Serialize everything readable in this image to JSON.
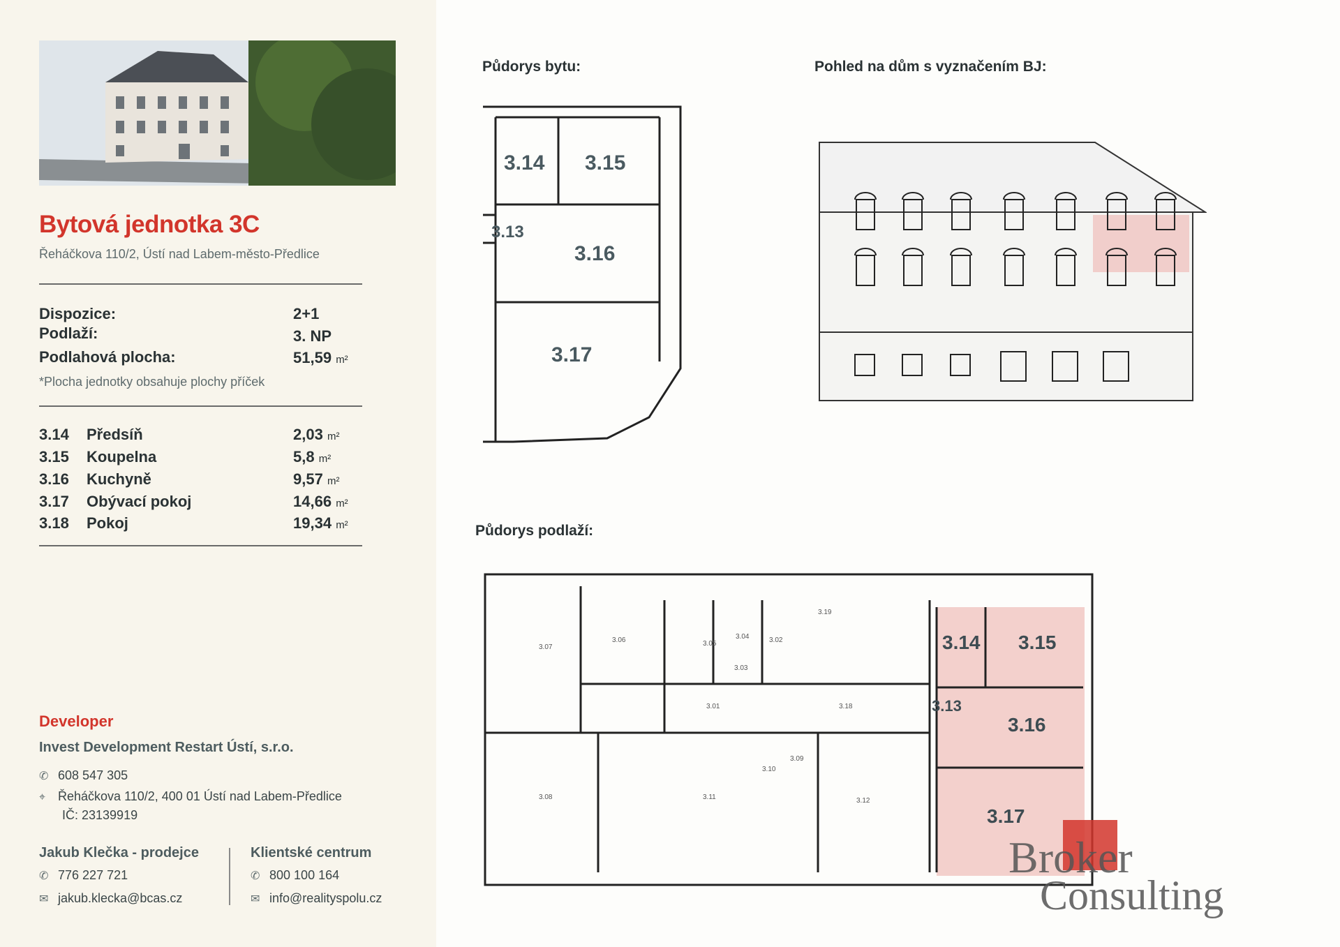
{
  "unit": {
    "title": "Bytová jednotka 3C",
    "address": "Řeháčkova 110/2, Ústí nad Labem-město-Předlice",
    "specs": [
      {
        "label": "Dispozice:",
        "value": "2+1",
        "unit": ""
      },
      {
        "label": "Podlaží:",
        "value": "3. NP",
        "unit": ""
      },
      {
        "label": "Podlahová plocha:",
        "value": "51,59",
        "unit": "m²"
      }
    ],
    "note": "*Plocha jednotky obsahuje plochy příček",
    "rooms": [
      {
        "num": "3.14",
        "name": "Předsíň",
        "area": "2,03",
        "unit": "m²"
      },
      {
        "num": "3.15",
        "name": "Koupelna",
        "area": "5,8",
        "unit": "m²"
      },
      {
        "num": "3.16",
        "name": "Kuchyně",
        "area": "9,57",
        "unit": "m²"
      },
      {
        "num": "3.17",
        "name": "Obývací pokoj",
        "area": "14,66",
        "unit": "m²"
      },
      {
        "num": "3.18",
        "name": "Pokoj",
        "area": "19,34",
        "unit": "m²"
      }
    ]
  },
  "developer": {
    "heading": "Developer",
    "company": "Invest Development Restart Ústí, s.r.o.",
    "phone": "608 547 305",
    "address": "Řeháčkova 110/2, 400 01 Ústí nad Labem-Předlice",
    "ic": "IČ: 23139919"
  },
  "seller": {
    "heading": "Jakub Klečka - prodejce",
    "phone": "776 227 721",
    "email": "jakub.klecka@bcas.cz"
  },
  "client_center": {
    "heading": "Klientské centrum",
    "phone": "800 100 164",
    "email": "info@realityspolu.cz"
  },
  "sections": {
    "apartment_plan": "Půdorys bytu:",
    "facade": "Pohled na dům s vyznačením BJ:",
    "floor_plan": "Půdorys podlaží:"
  },
  "plan_labels": [
    "3.14",
    "3.15",
    "3.13",
    "3.16",
    "3.17"
  ],
  "floor_labels": [
    "3.07",
    "3.06",
    "3.05",
    "3.04",
    "3.02",
    "3.03",
    "3.01",
    "3.19",
    "3.18",
    "3.08",
    "3.11",
    "3.10",
    "3.09",
    "3.12"
  ],
  "logo": {
    "text1": "Broker",
    "text2": "Consulting"
  },
  "colors": {
    "accent": "#d2352b",
    "highlight": "#f0c4c0"
  }
}
